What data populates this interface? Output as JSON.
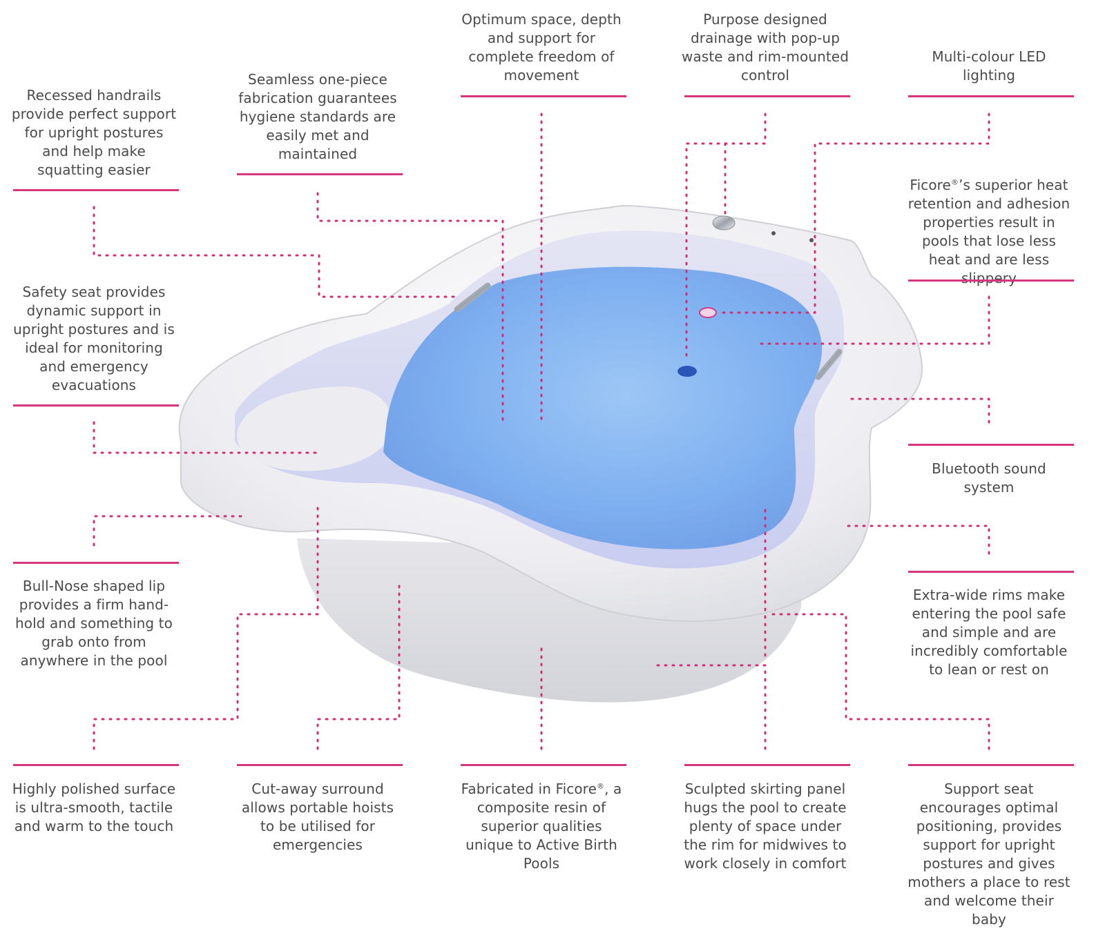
{
  "accent_color": "#d7367f",
  "water_color": "#7fb0f0",
  "callouts": {
    "optimum_space": "Optimum space, depth and support for complete freedom of movement",
    "drainage": "Purpose designed drainage with pop-up waste and rim-mounted control",
    "led": "Multi-colour LED lighting",
    "handrails": "Recessed handrails provide perfect support for upright postures and help make squatting easier",
    "seamless": "Seamless one-piece fabrication guarantees hygiene standards are easily met and maintained",
    "ficore_heat_pre": "Ficore",
    "ficore_heat_reg": "®",
    "ficore_heat_post": "’s superior heat retention and adhesion properties result in pools that lose less heat and are less slippery",
    "safety_seat": "Safety seat provides dynamic support in upright postures and is ideal for monitoring and emergency evacuations",
    "bluetooth": "Bluetooth sound system",
    "bull_nose": "Bull-Nose shaped lip provides a firm hand-hold and something to grab onto from anywhere in the pool",
    "extra_wide": "Extra-wide rims make entering the pool safe and simple and are incredibly comfortable to lean or rest on",
    "polished": "Highly polished surface is ultra-smooth, tactile and warm to the touch",
    "cut_away": "Cut-away surround allows portable hoists to be utilised for emergencies",
    "fabricated_pre": "Fabricated in Ficore",
    "fabricated_reg": "®",
    "fabricated_post": ", a composite resin of superior qualities unique to Active Birth Pools",
    "skirting": "Sculpted skirting panel hugs the pool to create plenty of space under the rim for midwives to work closely in comfort",
    "support_seat": "Support seat encourages optimal positioning, provides support for upright postures and gives mothers a place to rest and welcome their baby"
  }
}
